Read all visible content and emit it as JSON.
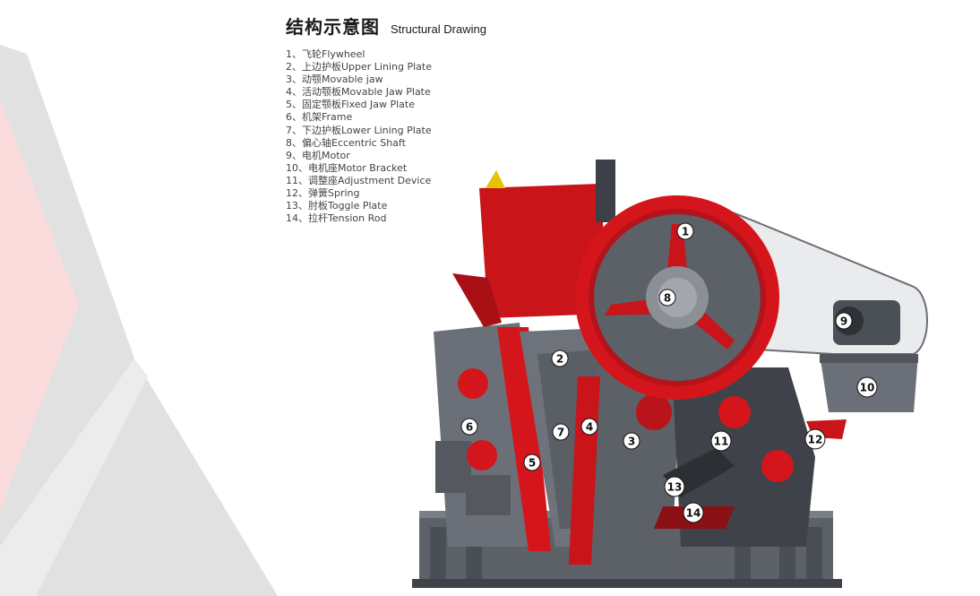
{
  "heading": {
    "zh": "结构示意图",
    "en": "Structural Drawing"
  },
  "parts": [
    "1、飞轮Flywheel",
    "2、上边护板Upper Lining Plate",
    "3、动颚Movable jaw",
    "4、活动颚板Movable Jaw Plate",
    "5、固定颚板Fixed Jaw Plate",
    "6、机架Frame",
    "7、下边护板Lower Lining Plate",
    "8、偏心轴Eccentric Shaft",
    "9、电机Motor",
    "10、电机座Motor Bracket",
    "11、调整座Adjustment Device",
    "12、弹簧Spring",
    "13、肘板Toggle Plate",
    "14、拉杆Tension Rod"
  ],
  "callouts": [
    "1",
    "2",
    "3",
    "4",
    "5",
    "6",
    "7",
    "8",
    "9",
    "10",
    "11",
    "12",
    "13",
    "14"
  ],
  "colors": {
    "accent_red": "#d4161c",
    "frame_gray": "#6b7078",
    "dark_gray": "#3d4046",
    "decor_red": "#f9dede",
    "decor_gray": "#dcdcdc"
  }
}
